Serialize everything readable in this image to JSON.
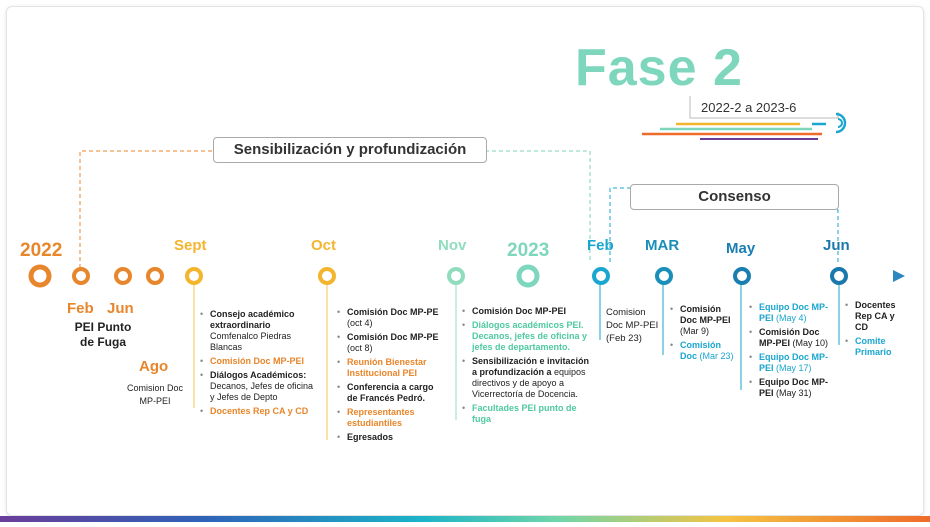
{
  "title": {
    "main": "Fase 2",
    "sub": "2022-2 a 2023-6"
  },
  "phases": {
    "sensibilizacion": "Sensibilización y profundización",
    "consenso": "Consenso"
  },
  "labels": {
    "y2022": "2022",
    "feb1": "Feb",
    "jun1": "Jun",
    "ago": "Ago",
    "sept": "Sept",
    "oct": "Oct",
    "nov": "Nov",
    "y2023": "2023",
    "feb2": "Feb",
    "mar": "MAR",
    "may": "May",
    "jun2": "Jun"
  },
  "feb_note": {
    "line1": "PEI Punto",
    "line2": "de Fuga"
  },
  "ago_note": {
    "line1": "Comision Doc",
    "line2": "MP-PEI"
  },
  "sept_items": {
    "i1_bold": "Consejo académico extraordinario",
    "i1_rest": "Comfenalco Piedras Blancas",
    "i2": "Comisión Doc MP-PEI",
    "i3_bold": "Diálogos Académicos:",
    "i3_rest": "Decanos, Jefes de oficina y Jefes de Depto",
    "i4": "Docentes Rep CA y CD"
  },
  "oct_items": {
    "i1": "Comisión Doc MP-PE",
    "i1_date": "(oct 4)",
    "i2": "Comisión Doc MP-PE",
    "i2_date": "(oct 8)",
    "i3": "Reunión Bienestar Institucional PEI",
    "i4": "Conferencia a cargo de Francés Pedró.",
    "i5": "Representantes estudiantiles",
    "i6": "Egresados"
  },
  "nov_items": {
    "i1": "Comisión Doc MP-PEI",
    "i2": "Diálogos académicos PEI. Decanos, jefes de oficina y jefes de departamento.",
    "i3_bold": "Sensibilización e invitación a profundización a",
    "i3_rest": "equipos directivos y de apoyo a Vicerrectoría de Docencia.",
    "i4": "Facultades PEI punto de fuga"
  },
  "feb2_items": {
    "l1": "Comision",
    "l2": "Doc MP-PEI",
    "l3": "(Feb 23)"
  },
  "mar_items": {
    "i1": "Comisión Doc MP-PEI",
    "i1_date": "(Mar 9)",
    "i2": "Comisión Doc",
    "i2_date": "(Mar 23)"
  },
  "may_items": {
    "i1": "Equipo Doc MP-PEI",
    "i1_date": "(May 4)",
    "i2": "Comisión Doc MP-PEI",
    "i2_date": "(May 10)",
    "i3": "Equipo Doc MP-PEI",
    "i3_date": "(May 17)",
    "i4": "Equipo Doc MP-PEI",
    "i4_date": "(May 31)"
  },
  "jun_items": {
    "i1": "Docentes Rep CA y CD",
    "i2": "Comite Primario"
  },
  "colors": {
    "orange": "#e8862b",
    "yellow": "#f3b52d",
    "green": "#7ed6bd",
    "teal": "#1aa6cf",
    "line_blue": "#2e86c1"
  }
}
